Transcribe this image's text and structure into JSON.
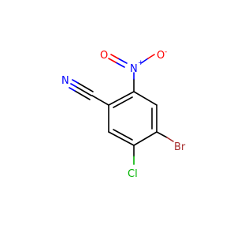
{
  "molecule": {
    "atoms": {
      "nitrile_n": "N",
      "nitro_n": "N",
      "nitro_n_charge": "+",
      "nitro_o": "O",
      "nitro_o_charge": "-",
      "bromine": "Br",
      "chlorine": "Cl"
    },
    "colors": {
      "bond": "#000000",
      "nitrogen": "#0000ff",
      "oxygen": "#ff0000",
      "bromine": "#a52a2a",
      "chlorine": "#00b400"
    }
  }
}
